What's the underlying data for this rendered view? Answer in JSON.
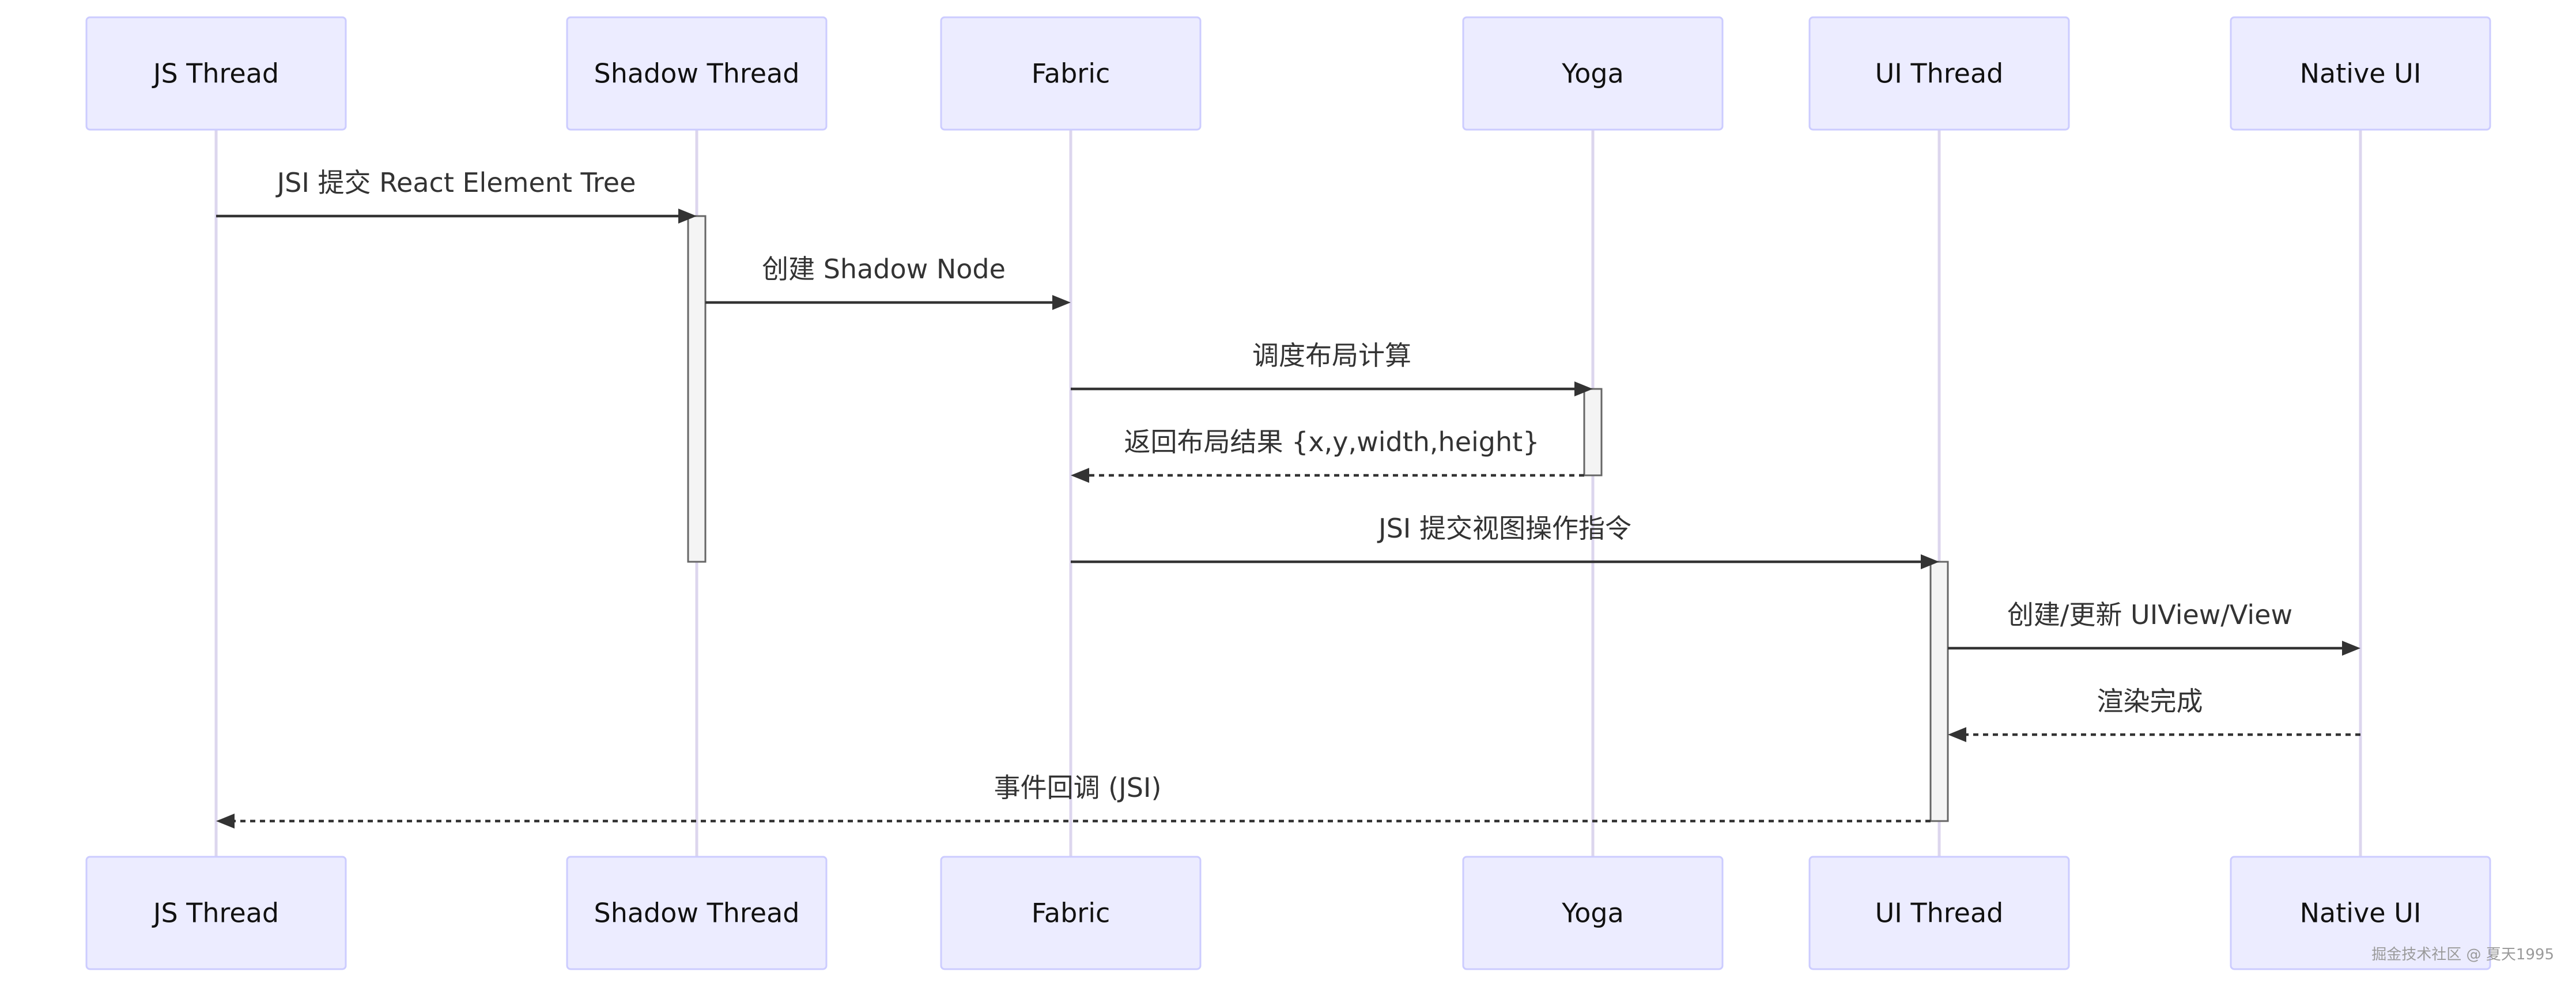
{
  "diagram": {
    "type": "sequence",
    "actors": [
      {
        "id": "js",
        "label": "JS Thread"
      },
      {
        "id": "shadow",
        "label": "Shadow Thread"
      },
      {
        "id": "fabric",
        "label": "Fabric"
      },
      {
        "id": "yoga",
        "label": "Yoga"
      },
      {
        "id": "ui",
        "label": "UI Thread"
      },
      {
        "id": "native",
        "label": "Native UI"
      }
    ],
    "messages": [
      {
        "from": "js",
        "to": "shadow",
        "label": "JSI 提交 React Element Tree",
        "style": "solid"
      },
      {
        "from": "shadow",
        "to": "fabric",
        "label": "创建 Shadow Node",
        "style": "solid"
      },
      {
        "from": "fabric",
        "to": "yoga",
        "label": "调度布局计算",
        "style": "solid"
      },
      {
        "from": "yoga",
        "to": "fabric",
        "label": "返回布局结果 {x,y,width,height}",
        "style": "dashed"
      },
      {
        "from": "fabric",
        "to": "ui",
        "label": "JSI 提交视图操作指令",
        "style": "solid"
      },
      {
        "from": "ui",
        "to": "native",
        "label": "创建/更新 UIView/View",
        "style": "solid"
      },
      {
        "from": "native",
        "to": "ui",
        "label": "渲染完成",
        "style": "dashed"
      },
      {
        "from": "ui",
        "to": "js",
        "label": "事件回调 (JSI)",
        "style": "dashed"
      }
    ],
    "activations": [
      {
        "actor": "shadow",
        "from_message": 0,
        "to_message": 4
      },
      {
        "actor": "yoga",
        "from_message": 2,
        "to_message": 3
      },
      {
        "actor": "ui",
        "from_message": 4,
        "to_message": 7
      }
    ]
  },
  "watermark": "掘金技术社区 @ 夏天1995"
}
